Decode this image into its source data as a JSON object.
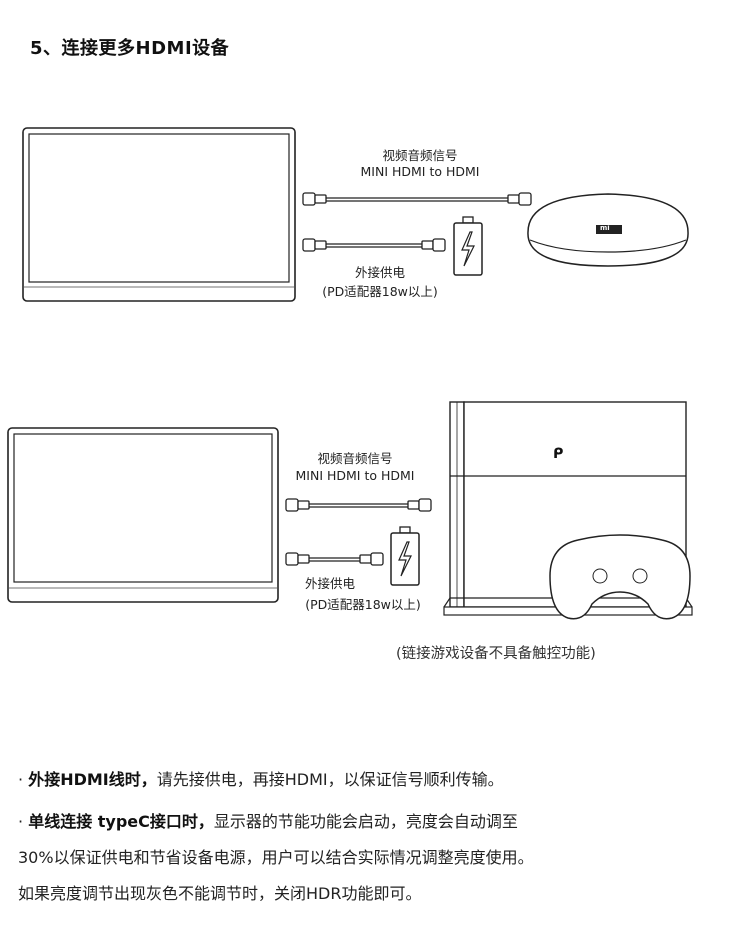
{
  "heading": "5、连接更多HDMI设备",
  "diagram1": {
    "cable_top_label_line1": "视频音频信号",
    "cable_top_label_line2": "MINI HDMI to HDMI",
    "cable_bottom_label_line1": "外接供电",
    "cable_bottom_label_line2": "(PD适配器18w以上)",
    "box_logo": "mi"
  },
  "diagram2": {
    "cable_top_label_line1": "视频音频信号",
    "cable_top_label_line2": "MINI HDMI to HDMI",
    "cable_bottom_label_line1": "外接供电",
    "cable_bottom_label_line2": "(PD适配器18w以上)",
    "note": "(链接游戏设备不具备触控功能)"
  },
  "tips": {
    "tip1_bullet": "·",
    "tip1_bold": "外接HDMI线时，",
    "tip1_text": "请先接供电，再接HDMI，以保证信号顺利传输。",
    "tip2_bullet": "·",
    "tip2_bold": "单线连接 typeC接口时，",
    "tip2_text": "显示器的节能功能会启动，亮度会自动调至",
    "tip2_line2": "30%以保证供电和节省设备电源，用户可以结合实际情况调整亮度使用。",
    "tip2_line3": "如果亮度调节出现灰色不能调节时，关闭HDR功能即可。"
  }
}
